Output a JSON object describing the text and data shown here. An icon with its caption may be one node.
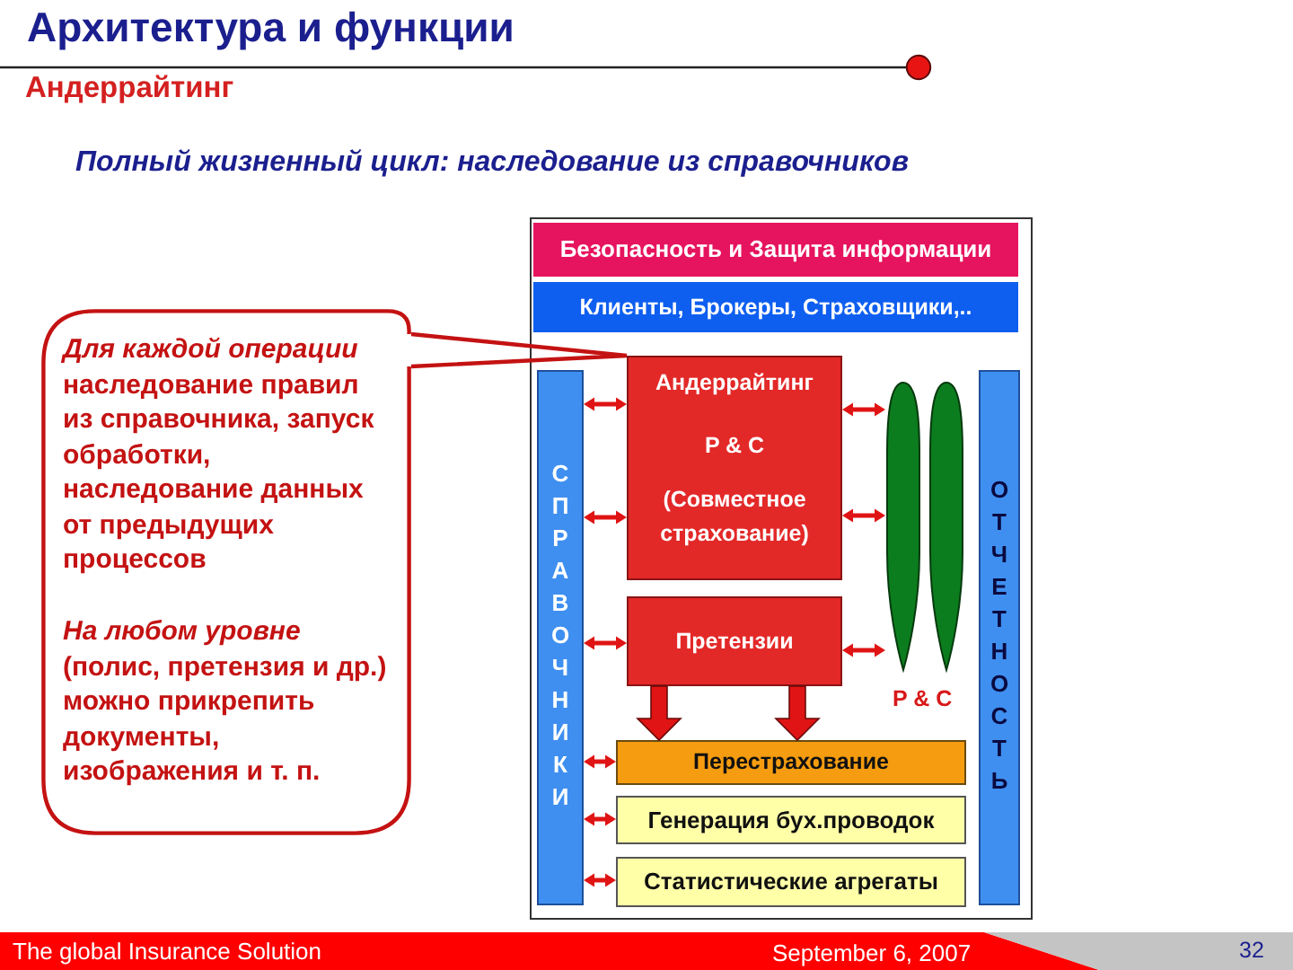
{
  "diagram": {
    "title": "Архитектура и функции",
    "nodes": [
      {
        "text": [
          "Безопасность и Защита информации"
        ]
      },
      {
        "text": [
          "Клиенты, Брокеры, Страховщики,.."
        ]
      },
      {
        "text": [
          "СПРАВОЧНИКИ"
        ]
      },
      {
        "text": [
          "Андеррайтинг",
          "P & C",
          "(Совместное страхование)"
        ]
      },
      {
        "text": [
          "Претензии"
        ]
      },
      {
        "text": [],
        "shape": "ellipse"
      },
      {
        "text": [],
        "shape": "ellipse"
      },
      {
        "text": [
          "Перестрахование"
        ]
      },
      {
        "text": [
          "Генерация бух.проводок"
        ]
      },
      {
        "text": [
          "Статистические агрегаты"
        ]
      },
      {
        "text": [
          "ОТЧЕТНОСТЬ"
        ]
      },
      {
        "text": [
          "*Для каждой операции* наследование правил из справочника, запуск обработки, наследование данных от предыдущих процессов",
          "*На любом уровне* (полис, претензия и др.) можно прикрепить документы, изображения и т. п."
        ]
      }
    ],
    "edges": [
      {
        "from": 2,
        "to": 3,
        "arrow": "both"
      },
      {
        "from": 2,
        "to": 3,
        "arrow": "both"
      },
      {
        "from": 2,
        "to": 4,
        "arrow": "both"
      },
      {
        "from": 2,
        "to": 7,
        "arrow": "both"
      },
      {
        "from": 2,
        "to": 8,
        "arrow": "both"
      },
      {
        "from": 2,
        "to": 9,
        "arrow": "both"
      },
      {
        "from": 3,
        "to": 5,
        "arrow": "both"
      },
      {
        "from": 3,
        "to": 5,
        "arrow": "both"
      },
      {
        "from": 4,
        "to": 5,
        "arrow": "both"
      },
      {
        "from": 4,
        "to": 7,
        "arrow": "to",
        "style": "thick"
      },
      {
        "from": 4,
        "to": 7,
        "arrow": "to",
        "style": "thick"
      },
      {
        "from": 11,
        "to": 3,
        "arrow": "none"
      }
    ],
    "labels": [
      "Андеррайтинг",
      "Полный жизненный цикл: наследование из справочников",
      "P & C",
      "The global Insurance Solution",
      "September 6, 2007",
      "32"
    ]
  }
}
